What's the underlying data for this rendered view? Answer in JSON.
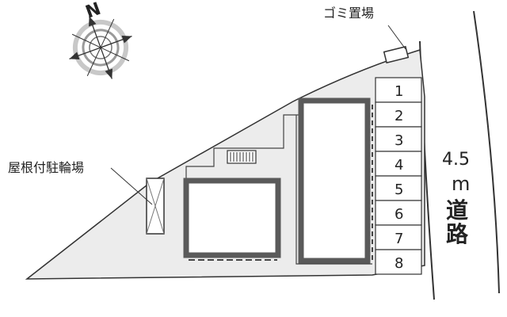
{
  "compass": {
    "north": "N"
  },
  "labels": {
    "garbage": "ゴミ置場",
    "bicycle": "屋根付駐輪場"
  },
  "road": {
    "width": "4.5",
    "unit": "m",
    "name_1": "道",
    "name_2": "路"
  },
  "parking_spaces": [
    "1",
    "2",
    "3",
    "4",
    "5",
    "6",
    "7",
    "8"
  ],
  "colors": {
    "lot": "#ececec",
    "building_wall": "#5a5a5a",
    "line": "#333333",
    "background": "#ffffff"
  }
}
